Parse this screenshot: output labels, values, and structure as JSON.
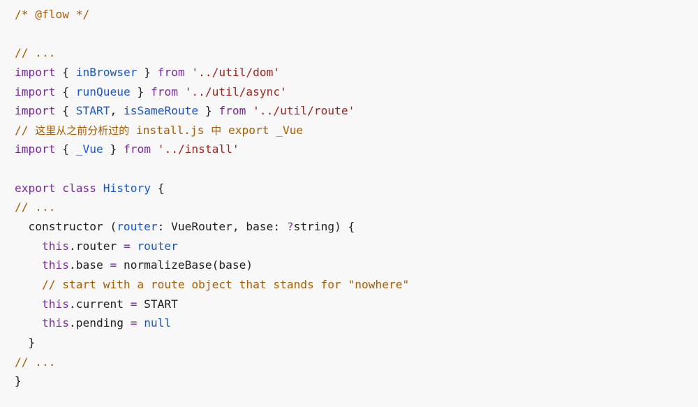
{
  "colors": {
    "background": "#f8f8f8",
    "comment": "#aa5d00",
    "keyword": "#7a2b9b",
    "identifier": "#1a56c9",
    "string": "#a3241c",
    "plain": "#1f1f1f"
  },
  "code": {
    "lines": [
      [
        {
          "t": "comment",
          "v": "/* @flow */"
        }
      ],
      [],
      [
        {
          "t": "comment",
          "v": "// ..."
        }
      ],
      [
        {
          "t": "keyword",
          "v": "import"
        },
        {
          "t": "plain",
          "v": " { "
        },
        {
          "t": "ident",
          "v": "inBrowser"
        },
        {
          "t": "plain",
          "v": " } "
        },
        {
          "t": "keyword",
          "v": "from"
        },
        {
          "t": "plain",
          "v": " "
        },
        {
          "t": "string",
          "v": "'../util/dom'"
        }
      ],
      [
        {
          "t": "keyword",
          "v": "import"
        },
        {
          "t": "plain",
          "v": " { "
        },
        {
          "t": "ident",
          "v": "runQueue"
        },
        {
          "t": "plain",
          "v": " } "
        },
        {
          "t": "keyword",
          "v": "from"
        },
        {
          "t": "plain",
          "v": " "
        },
        {
          "t": "string",
          "v": "'../util/async'"
        }
      ],
      [
        {
          "t": "keyword",
          "v": "import"
        },
        {
          "t": "plain",
          "v": " { "
        },
        {
          "t": "ident",
          "v": "START"
        },
        {
          "t": "plain",
          "v": ", "
        },
        {
          "t": "ident",
          "v": "isSameRoute"
        },
        {
          "t": "plain",
          "v": " } "
        },
        {
          "t": "keyword",
          "v": "from"
        },
        {
          "t": "plain",
          "v": " "
        },
        {
          "t": "string",
          "v": "'../util/route'"
        }
      ],
      [
        {
          "t": "comment",
          "v": "// "
        },
        {
          "t": "comment",
          "v": "这里从之前分析过的",
          "cjk": true
        },
        {
          "t": "comment",
          "v": " install.js "
        },
        {
          "t": "comment",
          "v": "中",
          "cjk": true
        },
        {
          "t": "comment",
          "v": " export _Vue"
        }
      ],
      [
        {
          "t": "keyword",
          "v": "import"
        },
        {
          "t": "plain",
          "v": " { "
        },
        {
          "t": "ident",
          "v": "_Vue"
        },
        {
          "t": "plain",
          "v": " } "
        },
        {
          "t": "keyword",
          "v": "from"
        },
        {
          "t": "plain",
          "v": " "
        },
        {
          "t": "string",
          "v": "'../install'"
        }
      ],
      [],
      [
        {
          "t": "keyword",
          "v": "export"
        },
        {
          "t": "plain",
          "v": " "
        },
        {
          "t": "keyword",
          "v": "class"
        },
        {
          "t": "plain",
          "v": " "
        },
        {
          "t": "ident",
          "v": "History"
        },
        {
          "t": "plain",
          "v": " {"
        }
      ],
      [
        {
          "t": "comment",
          "v": "// ..."
        }
      ],
      [
        {
          "t": "plain",
          "v": "  constructor ("
        },
        {
          "t": "ident",
          "v": "router"
        },
        {
          "t": "plain",
          "v": ": VueRouter, base: "
        },
        {
          "t": "keyword",
          "v": "?"
        },
        {
          "t": "plain",
          "v": "string) {"
        }
      ],
      [
        {
          "t": "plain",
          "v": "    "
        },
        {
          "t": "keyword",
          "v": "this"
        },
        {
          "t": "plain",
          "v": ".router "
        },
        {
          "t": "keyword",
          "v": "="
        },
        {
          "t": "plain",
          "v": " "
        },
        {
          "t": "ident",
          "v": "router"
        }
      ],
      [
        {
          "t": "plain",
          "v": "    "
        },
        {
          "t": "keyword",
          "v": "this"
        },
        {
          "t": "plain",
          "v": ".base "
        },
        {
          "t": "keyword",
          "v": "="
        },
        {
          "t": "plain",
          "v": " normalizeBase(base)"
        }
      ],
      [
        {
          "t": "plain",
          "v": "    "
        },
        {
          "t": "comment",
          "v": "// start with a route object that stands for \"nowhere\""
        }
      ],
      [
        {
          "t": "plain",
          "v": "    "
        },
        {
          "t": "keyword",
          "v": "this"
        },
        {
          "t": "plain",
          "v": ".current "
        },
        {
          "t": "keyword",
          "v": "="
        },
        {
          "t": "plain",
          "v": " START"
        }
      ],
      [
        {
          "t": "plain",
          "v": "    "
        },
        {
          "t": "keyword",
          "v": "this"
        },
        {
          "t": "plain",
          "v": ".pending "
        },
        {
          "t": "keyword",
          "v": "="
        },
        {
          "t": "plain",
          "v": " "
        },
        {
          "t": "ident",
          "v": "null"
        }
      ],
      [
        {
          "t": "plain",
          "v": "  }"
        }
      ],
      [
        {
          "t": "comment",
          "v": "// ..."
        }
      ],
      [
        {
          "t": "plain",
          "v": "}"
        }
      ]
    ]
  }
}
